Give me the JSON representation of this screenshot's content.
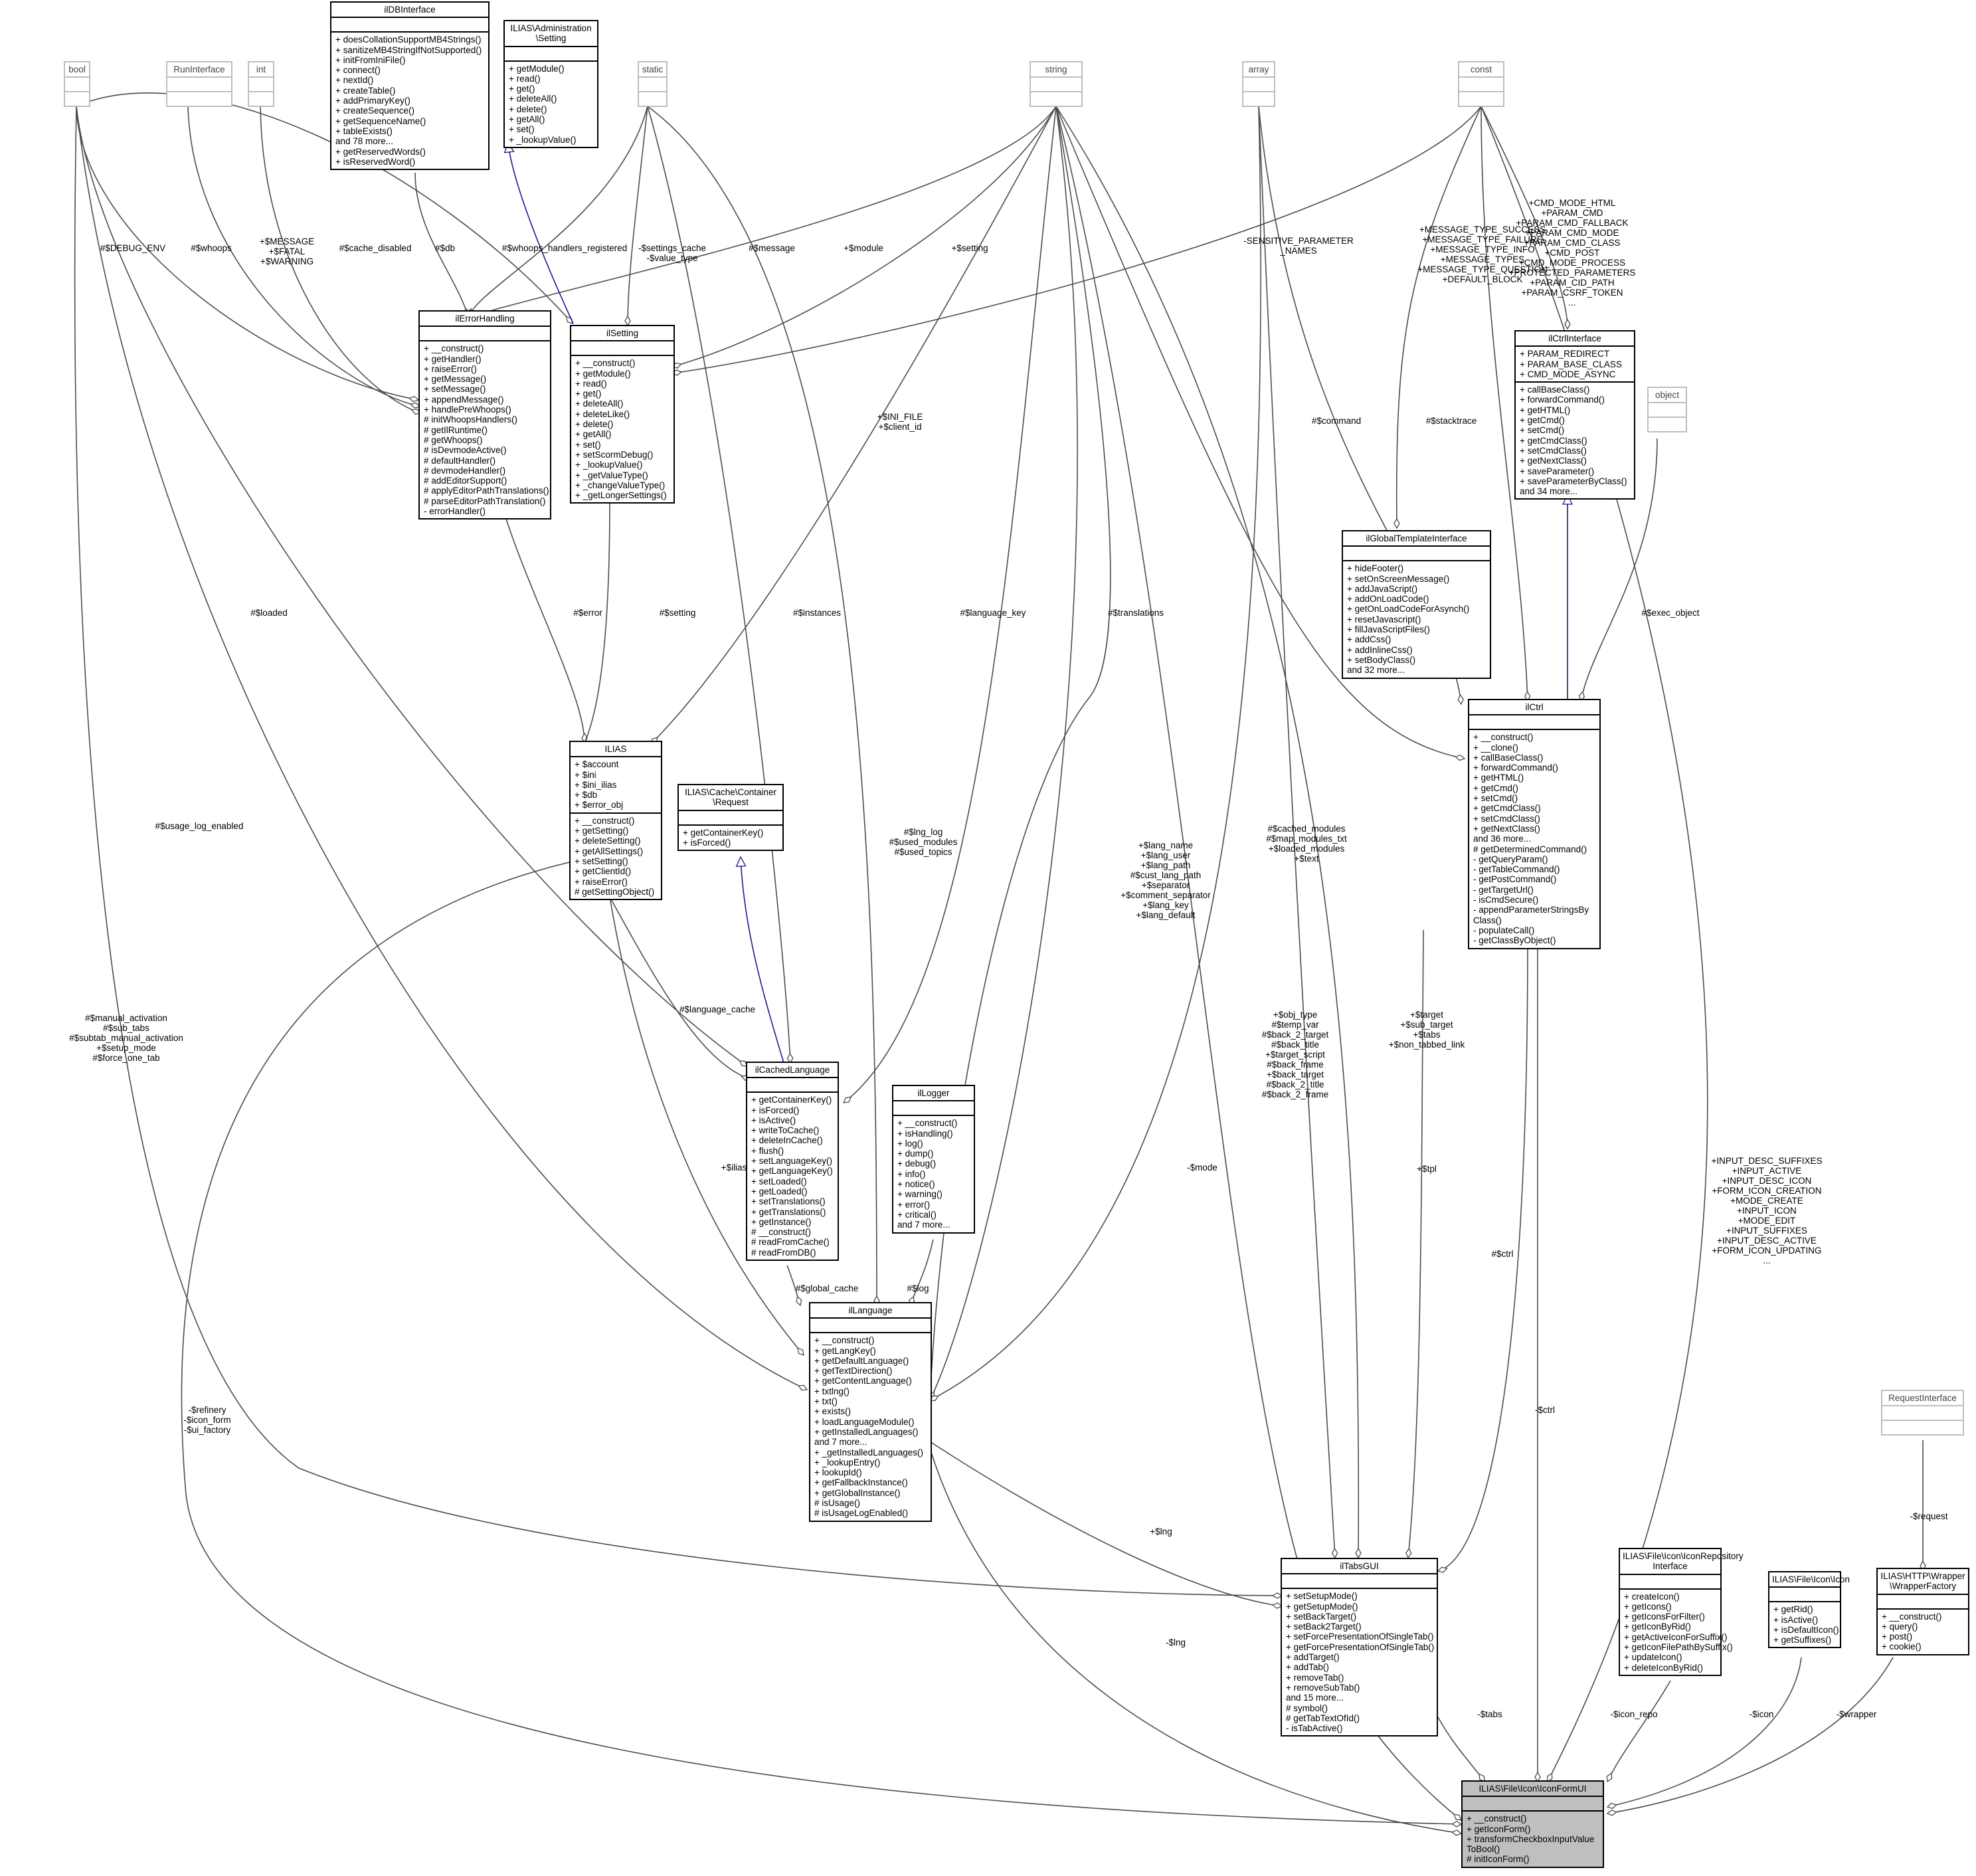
{
  "colors": {
    "inherit_edge": "#1a1a8c",
    "edge": "#4d4d4d",
    "focus_fill": "#bfbfbf",
    "ghost_border": "#bdbdbd"
  },
  "nodes": {
    "bool": {
      "title": "bool",
      "attrs": [],
      "methods": []
    },
    "runinterface": {
      "title": "RunInterface",
      "attrs": [],
      "methods": []
    },
    "int": {
      "title": "int",
      "attrs": [],
      "methods": []
    },
    "ildbinterface": {
      "title": "ilDBInterface",
      "attrs": [],
      "methods": [
        "+ doesCollationSupportMB4Strings()",
        "+ sanitizeMB4StringIfNotSupported()",
        "+ initFromIniFile()",
        "+ connect()",
        "+ nextId()",
        "+ createTable()",
        "+ addPrimaryKey()",
        "+ createSequence()",
        "+ getSequenceName()",
        "+ tableExists()",
        "and 78 more...",
        "+ getReservedWords()",
        "+ isReservedWord()"
      ]
    },
    "admin_setting": {
      "title": "ILIAS\\Administration\n\\Setting",
      "attrs": [],
      "methods": [
        "+ getModule()",
        "+ read()",
        "+ get()",
        "+ deleteAll()",
        "+ delete()",
        "+ getAll()",
        "+ set()",
        "+ _lookupValue()"
      ]
    },
    "static": {
      "title": "static",
      "attrs": [],
      "methods": []
    },
    "string": {
      "title": "string",
      "attrs": [],
      "methods": []
    },
    "array": {
      "title": "array",
      "attrs": [],
      "methods": []
    },
    "const": {
      "title": "const",
      "attrs": [],
      "methods": []
    },
    "ilerrorhandling": {
      "title": "ilErrorHandling",
      "attrs": [],
      "methods": [
        "+ __construct()",
        "+ getHandler()",
        "+ raiseError()",
        "+ getMessage()",
        "+ setMessage()",
        "+ appendMessage()",
        "+ handlePreWhoops()",
        "# initWhoopsHandlers()",
        "# getIlRuntime()",
        "# getWhoops()",
        "# isDevmodeActive()",
        "# defaultHandler()",
        "# devmodeHandler()",
        "# addEditorSupport()",
        "# applyEditorPathTranslations()",
        "# parseEditorPathTranslation()",
        "- errorHandler()"
      ]
    },
    "ilsetting": {
      "title": "ilSetting",
      "attrs": [],
      "methods": [
        "+ __construct()",
        "+ getModule()",
        "+ read()",
        "+ get()",
        "+ deleteAll()",
        "+ deleteLike()",
        "+ delete()",
        "+ getAll()",
        "+ set()",
        "+ setScormDebug()",
        "+ _lookupValue()",
        "+ _getValueType()",
        "+ _changeValueType()",
        "+ _getLongerSettings()"
      ]
    },
    "ilctrlinterface": {
      "title": "ilCtrlInterface",
      "attrs": [
        "+ PARAM_REDIRECT",
        "+ PARAM_BASE_CLASS",
        "+ CMD_MODE_ASYNC"
      ],
      "methods": [
        "+ callBaseClass()",
        "+ forwardCommand()",
        "+ getHTML()",
        "+ getCmd()",
        "+ setCmd()",
        "+ getCmdClass()",
        "+ setCmdClass()",
        "+ getNextClass()",
        "+ saveParameter()",
        "+ saveParameterByClass()",
        "and 34 more..."
      ]
    },
    "object": {
      "title": "object",
      "attrs": [],
      "methods": []
    },
    "ilglobaltemplate": {
      "title": "ilGlobalTemplateInterface",
      "attrs": [],
      "methods": [
        "+ hideFooter()",
        "+ setOnScreenMessage()",
        "+ addJavaScript()",
        "+ addOnLoadCode()",
        "+ getOnLoadCodeForAsynch()",
        "+ resetJavascript()",
        "+ fillJavaScriptFiles()",
        "+ addCss()",
        "+ addInlineCss()",
        "+ setBodyClass()",
        "and 32 more..."
      ]
    },
    "ilias": {
      "title": "ILIAS",
      "attrs": [
        "+ $account",
        "+ $ini",
        "+ $ini_ilias",
        "+ $db",
        "+ $error_obj"
      ],
      "methods": [
        "+ __construct()",
        "+ getSetting()",
        "+ deleteSetting()",
        "+ getAllSettings()",
        "+ setSetting()",
        "+ getClientId()",
        "+ raiseError()",
        "# getSettingObject()"
      ]
    },
    "cache_request": {
      "title": "ILIAS\\Cache\\Container\n\\Request",
      "attrs": [],
      "methods": [
        "+ getContainerKey()",
        "+ isForced()"
      ]
    },
    "ilctrl": {
      "title": "ilCtrl",
      "attrs": [],
      "methods": [
        "+ __construct()",
        "+ __clone()",
        "+ callBaseClass()",
        "+ forwardCommand()",
        "+ getHTML()",
        "+ getCmd()",
        "+ setCmd()",
        "+ getCmdClass()",
        "+ setCmdClass()",
        "+ getNextClass()",
        "and 36 more...",
        "# getDeterminedCommand()",
        "- getQueryParam()",
        "- getTableCommand()",
        "- getPostCommand()",
        "- getTargetUrl()",
        "- isCmdSecure()",
        "- appendParameterStringsBy",
        "Class()",
        "- populateCall()",
        "- getClassByObject()"
      ]
    },
    "ilcachedlanguage": {
      "title": "ilCachedLanguage",
      "attrs": [],
      "methods": [
        "+ getContainerKey()",
        "+ isForced()",
        "+ isActive()",
        "+ writeToCache()",
        "+ deleteInCache()",
        "+ flush()",
        "+ setLanguageKey()",
        "+ getLanguageKey()",
        "+ setLoaded()",
        "+ getLoaded()",
        "+ setTranslations()",
        "+ getTranslations()",
        "+ getInstance()",
        "# __construct()",
        "# readFromCache()",
        "# readFromDB()"
      ]
    },
    "illogger": {
      "title": "ilLogger",
      "attrs": [],
      "methods": [
        "+ __construct()",
        "+ isHandling()",
        "+ log()",
        "+ dump()",
        "+ debug()",
        "+ info()",
        "+ notice()",
        "+ warning()",
        "+ error()",
        "+ critical()",
        "and 7 more..."
      ]
    },
    "illanguage": {
      "title": "ilLanguage",
      "attrs": [],
      "methods": [
        "+ __construct()",
        "+ getLangKey()",
        "+ getDefaultLanguage()",
        "+ getTextDirection()",
        "+ getContentLanguage()",
        "+ txtlng()",
        "+ txt()",
        "+ exists()",
        "+ loadLanguageModule()",
        "+ getInstalledLanguages()",
        "and 7 more...",
        "+ _getInstalledLanguages()",
        "+ _lookupEntry()",
        "+ lookupId()",
        "+ getFallbackInstance()",
        "+ getGlobalInstance()",
        "# isUsage()",
        "# isUsageLogEnabled()"
      ]
    },
    "requestinterface": {
      "title": "RequestInterface",
      "attrs": [],
      "methods": []
    },
    "iltabsgui": {
      "title": "ilTabsGUI",
      "attrs": [],
      "methods": [
        "+ setSetupMode()",
        "+ getSetupMode()",
        "+ setBackTarget()",
        "+ setBack2Target()",
        "+ setForcePresentationOfSingleTab()",
        "+ getForcePresentationOfSingleTab()",
        "+ addTarget()",
        "+ addTab()",
        "+ removeTab()",
        "+ removeSubTab()",
        "and 15 more...",
        "# symbol()",
        "# getTabTextOfId()",
        "- isTabActive()"
      ]
    },
    "iconrepo": {
      "title": "ILIAS\\File\\Icon\\IconRepository\nInterface",
      "attrs": [],
      "methods": [
        "+ createIcon()",
        "+ getIcons()",
        "+ getIconsForFilter()",
        "+ getIconByRid()",
        "+ getActiveIconForSuffix()",
        "+ getIconFilePathBySuffix()",
        "+ updateIcon()",
        "+ deleteIconByRid()"
      ]
    },
    "fileicon": {
      "title": "ILIAS\\File\\Icon\\Icon",
      "attrs": [],
      "methods": [
        "+ getRid()",
        "+ isActive()",
        "+ isDefaultIcon()",
        "+ getSuffixes()"
      ]
    },
    "wrapperfactory": {
      "title": "ILIAS\\HTTP\\Wrapper\n\\WrapperFactory",
      "attrs": [],
      "methods": [
        "+ __construct()",
        "+ query()",
        "+ post()",
        "+ cookie()"
      ]
    },
    "iconformui": {
      "title": "ILIAS\\File\\Icon\\IconFormUI",
      "attrs": [],
      "methods": [
        "+ __construct()",
        "+ getIconForm()",
        "+ transformCheckboxInputValue",
        "ToBool()",
        "# initIconForm()"
      ]
    }
  },
  "edge_labels": {
    "debug_env": "#$DEBUG_ENV",
    "whoops": "#$whoops",
    "message_fatal": "+$MESSAGE\n+$FATAL\n+$WARNING",
    "cache_disabled": "#$cache_disabled",
    "db": "#$db",
    "whoops_registered": "#$whoops_handlers_registered",
    "settings_cache": "-$settings_cache\n-$value_type",
    "message": "#$message",
    "module": "+$module",
    "setting_top": "+$setting",
    "sensitive": "-SENSITIVE_PARAMETER\n_NAMES",
    "message_types": "+MESSAGE_TYPE_SUCCESS\n+MESSAGE_TYPE_FAILURE\n+MESSAGE_TYPE_INFO\n+MESSAGE_TYPES\n+MESSAGE_TYPE_QUESTION\n+DEFAULT_BLOCK",
    "cmd_consts": "+CMD_MODE_HTML\n+PARAM_CMD\n+PARAM_CMD_FALLBACK\n+PARAM_CMD_MODE\n+PARAM_CMD_CLASS\n+CMD_POST\n+CMD_MODE_PROCESS\n+PROTECTED_PARAMETERS\n+PARAM_CID_PATH\n+PARAM_CSRF_TOKEN\n...",
    "ini_file": "+$INI_FILE\n+$client_id",
    "command": "#$command",
    "stacktrace": "#$stacktrace",
    "loaded": "#$loaded",
    "error": "#$error",
    "setting": "#$setting",
    "instances": "#$instances",
    "language_key": "#$language_key",
    "translations": "#$translations",
    "exec_object": "#$exec_object",
    "lang_vars": "+$lang_name\n+$lang_user\n+$lang_path\n#$cust_lang_path\n+$separator\n+$comment_separator\n+$lang_key\n+$lang_default",
    "cached_modules": "#$cached_modules\n#$map_modules_txt\n+$loaded_modules\n+$text",
    "usage_log": "#$usage_log_enabled",
    "lng_log": "#$lng_log\n#$used_modules\n#$used_topics",
    "manual_activation": "#$manual_activation\n#$sub_tabs\n#$subtab_manual_activation\n+$setup_mode\n#$force_one_tab",
    "language_cache": "#$language_cache",
    "obj_type": "+$obj_type\n#$temp_var\n#$back_2_target\n#$back_title\n+$target_script\n#$back_frame\n+$back_target\n#$back_2_title\n#$back_2_frame",
    "targets": "+$target\n+$sub_target\n+$tabs\n+$non_tabbed_link",
    "input_desc": "+INPUT_DESC_SUFFIXES\n+INPUT_ACTIVE\n+INPUT_DESC_ICON\n+FORM_ICON_CREATION\n+MODE_CREATE\n+INPUT_ICON\n+MODE_EDIT\n+INPUT_SUFFIXES\n+INPUT_DESC_ACTIVE\n+FORM_ICON_UPDATING\n...",
    "ilias_ref": "+$ilias",
    "mode": "-$mode",
    "tpl": "+$tpl",
    "ctrl_tabs": "#$ctrl",
    "global_cache": "#$global_cache",
    "log": "#$log",
    "refinery": "-$refinery\n-$icon_form\n-$ui_factory",
    "ctrl_private": "-$ctrl",
    "lng_tabs": "+$lng",
    "lng_private": "-$lng",
    "request": "-$request",
    "tabs": "-$tabs",
    "icon_repo": "-$icon_repo",
    "icon": "-$icon",
    "wrapper": "-$wrapper"
  }
}
